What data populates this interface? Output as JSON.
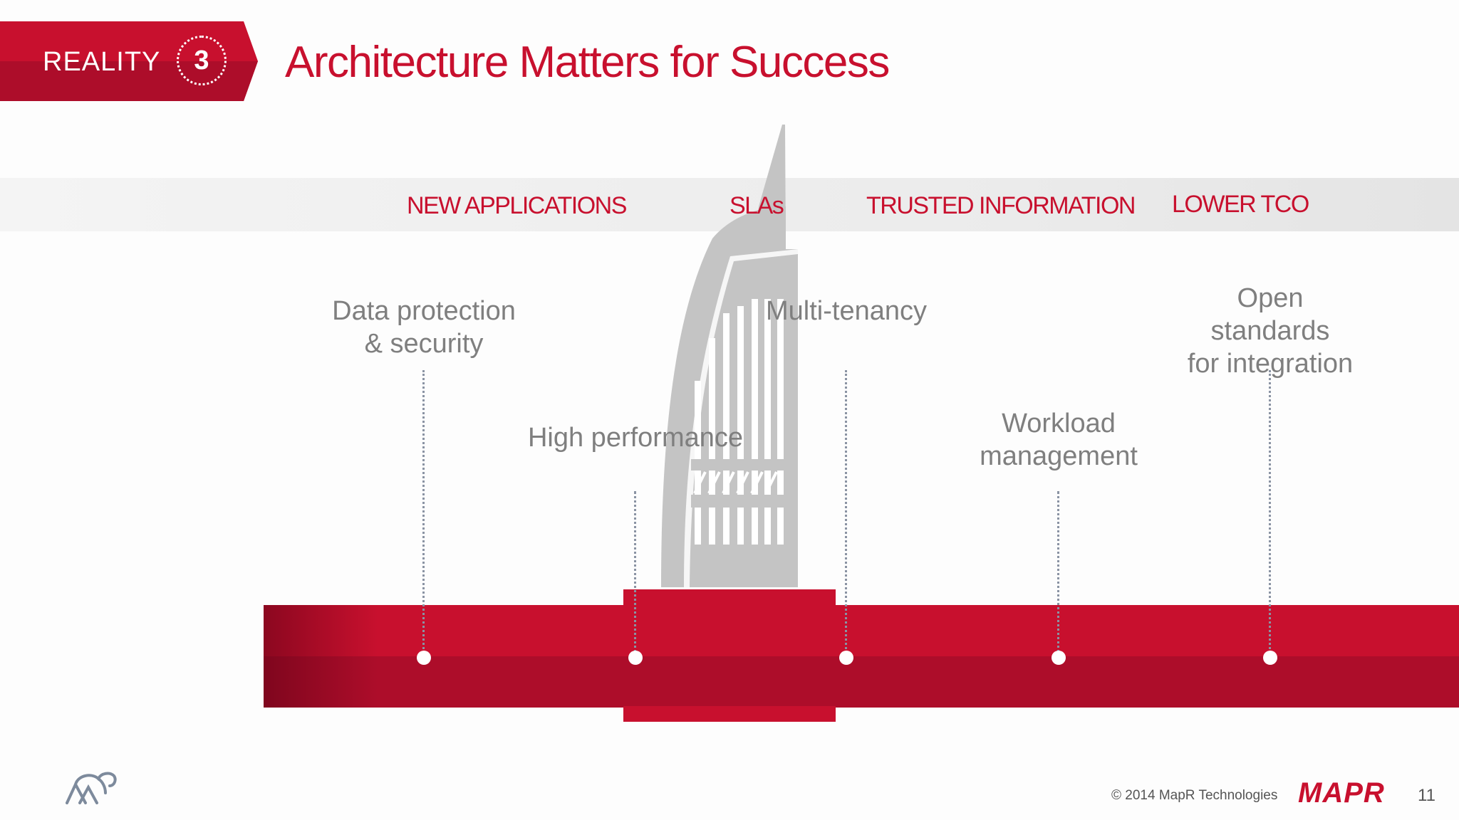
{
  "header": {
    "badge_label": "REALITY",
    "badge_number": "3",
    "title": "Architecture Matters for Success"
  },
  "band": {
    "labels": [
      "NEW  APPLICATIONS",
      "SLAs",
      "TRUSTED INFORMATION",
      "LOWER TCO"
    ]
  },
  "features": [
    {
      "line1": "Data protection",
      "line2": "& security"
    },
    {
      "line1": "High performance",
      "line2": ""
    },
    {
      "line1": "Multi-tenancy",
      "line2": ""
    },
    {
      "line1": "Workload",
      "line2": "management"
    },
    {
      "line1": "Open standards",
      "line2": "for integration"
    }
  ],
  "footer": {
    "copyright": "© 2014 MapR Technologies",
    "brand": "MAPR",
    "page_number": "11"
  },
  "colors": {
    "accent": "#c8102e",
    "accent_dark": "#ad0d2a",
    "feature_text": "#7f7f7f",
    "tower": "#c4c4c4"
  },
  "icons": [
    "elephant-logo-icon",
    "mapr-logo-icon"
  ]
}
